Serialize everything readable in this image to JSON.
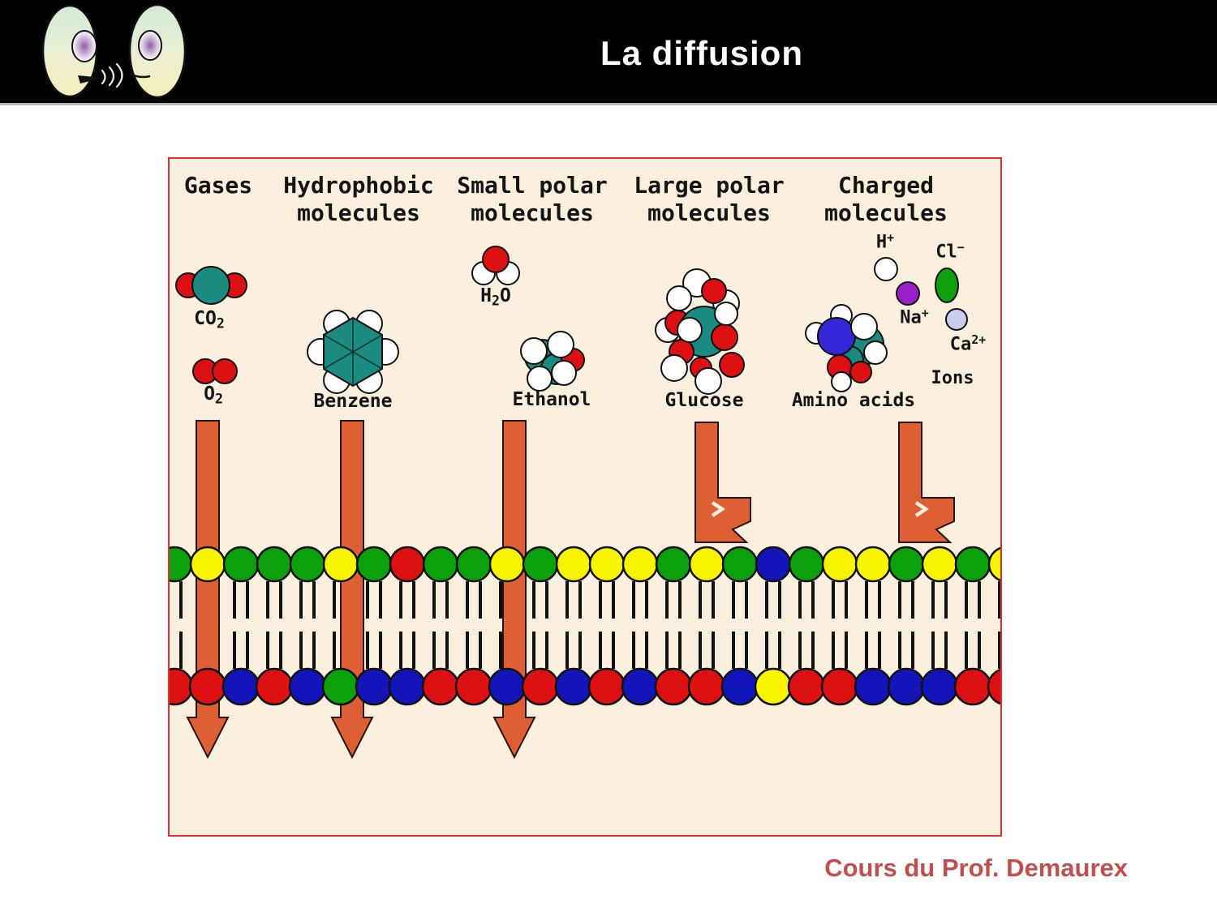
{
  "header": {
    "title": "La diffusion"
  },
  "footer": {
    "credit": "Cours du Prof. Demaurex"
  },
  "colors": {
    "header_bar": "#000000",
    "title_text": "#ffffff",
    "credit_text": "#c0504d",
    "cream": "#faeedc",
    "panel_border": "#e82c2c",
    "arrow": "#dd5f33",
    "teal": "#1b8a80",
    "red": "#dd1111",
    "green": "#0ca10c",
    "yellow": "#f8f400",
    "blue": "#1414bb",
    "indigo": "#3526d8",
    "purple": "#9b1fc9",
    "lavender": "#c9cdf0"
  },
  "diagram": {
    "columns": [
      {
        "header_line1": "Gases",
        "header_line2": ""
      },
      {
        "header_line1": "Hydrophobic",
        "header_line2": "molecules"
      },
      {
        "header_line1": "Small polar",
        "header_line2": "molecules"
      },
      {
        "header_line1": "Large polar",
        "header_line2": "molecules"
      },
      {
        "header_line1": "Charged",
        "header_line2": "molecules"
      }
    ],
    "labels": {
      "co2_main": "CO",
      "co2_sub": "2",
      "o2_main": "O",
      "o2_sub": "2",
      "benzene": "Benzene",
      "h2o_h": "H",
      "h2o_sub": "2",
      "h2o_o": "O",
      "ethanol": "Ethanol",
      "glucose": "Glucose",
      "amino_acids": "Amino acids",
      "h_ion_main": "H",
      "h_ion_sup": "+",
      "cl_ion_main": "Cl",
      "cl_ion_sup": "−",
      "na_ion_main": "Na",
      "na_ion_sup": "+",
      "ca_ion_main": "Ca",
      "ca_ion_sup": "2+",
      "ions": "Ions"
    },
    "membrane": {
      "top_heads": [
        "green",
        "yellow",
        "green",
        "green",
        "green",
        "yellow",
        "green",
        "red",
        "green",
        "green",
        "yellow",
        "green",
        "yellow",
        "yellow",
        "yellow",
        "green",
        "yellow",
        "green",
        "blue",
        "green",
        "yellow",
        "yellow",
        "green",
        "yellow",
        "green",
        "yellow"
      ],
      "bottom_heads": [
        "red",
        "red",
        "blue",
        "red",
        "blue",
        "green",
        "blue",
        "blue",
        "red",
        "red",
        "blue",
        "red",
        "blue",
        "red",
        "blue",
        "red",
        "red",
        "blue",
        "yellow",
        "red",
        "red",
        "blue",
        "blue",
        "blue",
        "red",
        "red"
      ]
    }
  }
}
